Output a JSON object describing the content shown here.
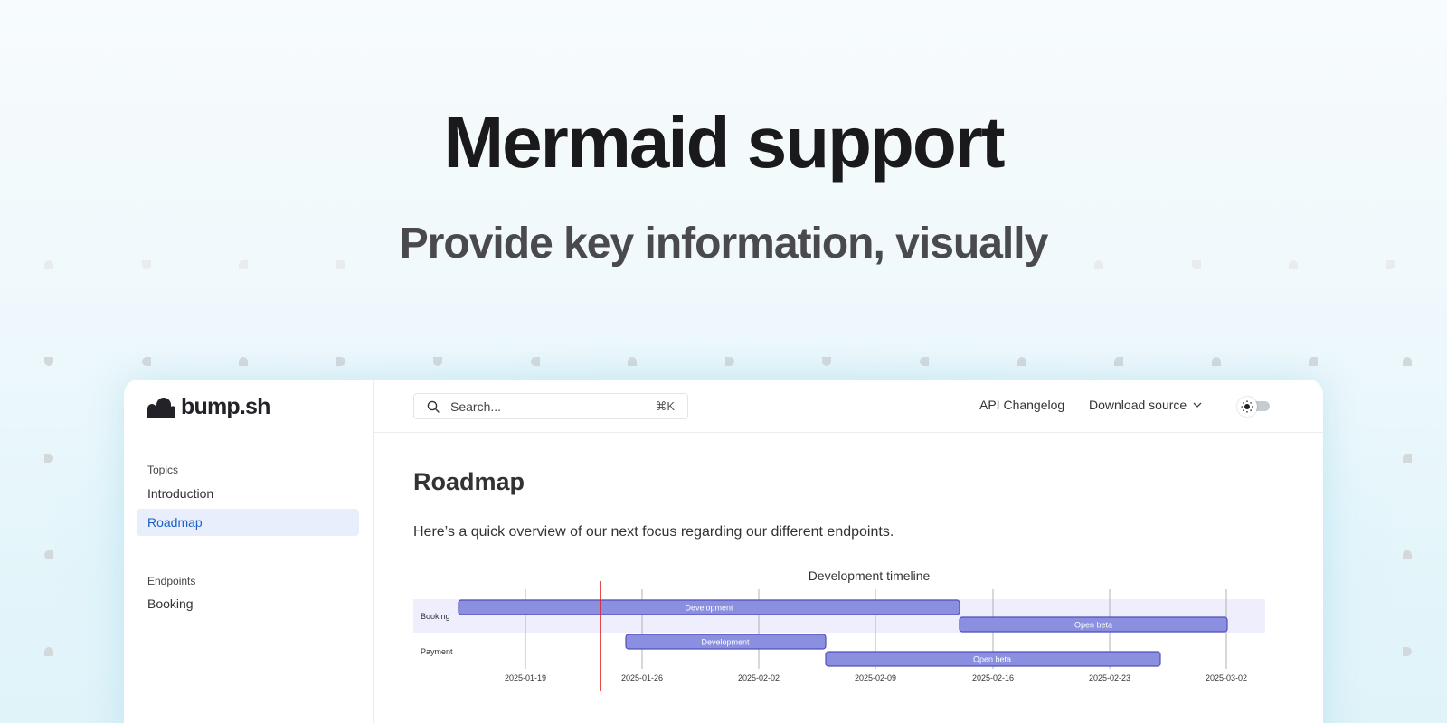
{
  "hero": {
    "title": "Mermaid support",
    "subtitle": "Provide key information, visually"
  },
  "app": {
    "logo_text": "bump.sh",
    "logo_icon": "bump-logo-icon"
  },
  "sidebar": {
    "sections": [
      {
        "label": "Topics",
        "items": [
          {
            "label": "Introduction",
            "active": false
          },
          {
            "label": "Roadmap",
            "active": true
          }
        ]
      },
      {
        "label": "Endpoints",
        "items": [
          {
            "label": "Booking",
            "active": false
          }
        ]
      }
    ]
  },
  "topbar": {
    "search": {
      "placeholder": "Search...",
      "shortcut": "⌘K",
      "icon": "search-icon"
    },
    "links": {
      "changelog": "API Changelog",
      "download": "Download source"
    },
    "theme_toggle": {
      "icon": "sun-icon",
      "state": "light"
    }
  },
  "main": {
    "title": "Roadmap",
    "description": "Here’s a quick overview of our next focus regarding our different endpoints."
  },
  "colors": {
    "accent": "#1a5fc7",
    "bar_fill": "#8a8fdf",
    "bar_stroke": "#534fbc",
    "row_highlight": "#eeeefc",
    "today_marker": "#e02020",
    "grid": "#b0b0b0"
  },
  "chart_data": {
    "type": "gantt",
    "title": "Development timeline",
    "sections": [
      "Booking",
      "Payment"
    ],
    "tasks": [
      {
        "section": "Booking",
        "name": "Development",
        "start": "2025-01-15",
        "end": "2025-02-14"
      },
      {
        "section": "Booking",
        "name": "Open beta",
        "start": "2025-02-14",
        "end": "2025-03-02"
      },
      {
        "section": "Payment",
        "name": "Development",
        "start": "2025-01-25",
        "end": "2025-02-06"
      },
      {
        "section": "Payment",
        "name": "Open beta",
        "start": "2025-02-06",
        "end": "2025-02-26"
      }
    ],
    "x_ticks": [
      "2025-01-19",
      "2025-01-26",
      "2025-02-02",
      "2025-02-09",
      "2025-02-16",
      "2025-02-23",
      "2025-03-02"
    ],
    "today_marker": "2025-01-23",
    "grid": true
  }
}
